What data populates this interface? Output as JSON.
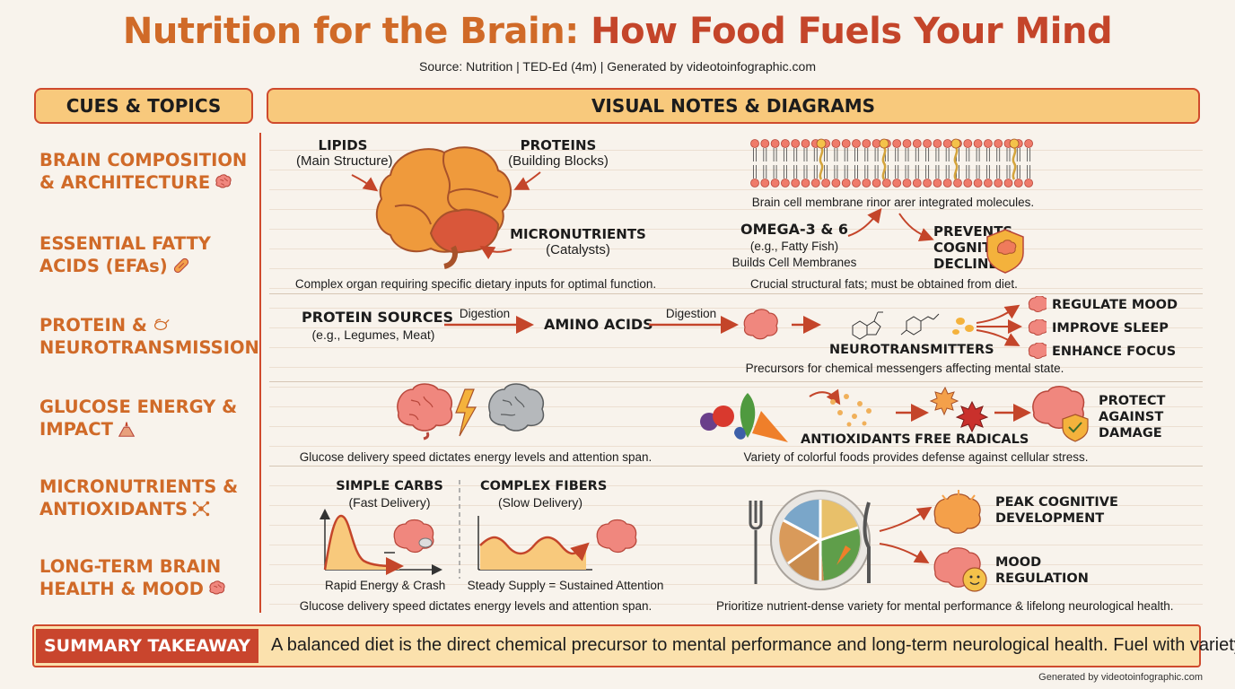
{
  "title": {
    "part1": "Nutrition for the Brain: ",
    "part2": "How Food Fuels Your Mind"
  },
  "source": "Source: Nutrition | TED-Ed (4m) | Generated by videotoinfographic.com",
  "headers": {
    "left": "CUES & TOPICS",
    "right": "VISUAL NOTES & DIAGRAMS"
  },
  "cues": [
    {
      "line1": "BRAIN COMPOSITION",
      "line2": "& ARCHITECTURE",
      "icon": "brain-icon"
    },
    {
      "line1": "ESSENTIAL FATTY",
      "line2": "ACIDS (EFAs)",
      "icon": "capsule-icon"
    },
    {
      "line1": "PROTEIN &",
      "line2": "NEUROTRANSMISSION",
      "icon": "chicken-icon"
    },
    {
      "line1": "GLUCOSE ENERGY &",
      "line2": "IMPACT",
      "icon": "volcano-icon"
    },
    {
      "line1": "MICRONUTRIENTS &",
      "line2": "ANTIOXIDANTS",
      "icon": "molecule-icon"
    },
    {
      "line1": "LONG-TERM BRAIN",
      "line2": "HEALTH & MOOD",
      "icon": "brain-icon"
    }
  ],
  "brain_composition": {
    "lipids": "LIPIDS",
    "lipids_sub": "(Main Structure)",
    "proteins": "PROTEINS",
    "proteins_sub": "(Building Blocks)",
    "micronutrients": "MICRONUTRIENTS",
    "micronutrients_sub": "(Catalysts)",
    "caption": "Complex organ requiring specific dietary inputs for optimal function."
  },
  "efa": {
    "membrane_caption": "Brain cell membrane rinor arer integrated molecules.",
    "omega": "OMEGA-3 & 6",
    "omega_sub1": "(e.g., Fatty Fish)",
    "omega_sub2": "Builds Cell Membranes",
    "prevents": "PREVENTS",
    "cognitive": "COGNITIVE",
    "decline": "DECLINE",
    "caption": "Crucial structural fats; must be obtained from diet."
  },
  "protein": {
    "sources": "PROTEIN SOURCES",
    "sources_sub": "(e.g., Legumes, Meat)",
    "digestion1": "Digestion",
    "amino": "AMINO ACIDS",
    "digestion2": "Digestion",
    "neuro": "NEUROTRANSMITTERS",
    "outcomes": [
      "REGULATE MOOD",
      "IMPROVE SLEEP",
      "ENHANCE FOCUS"
    ],
    "caption": "Precursors for chemical messengers affecting mental state."
  },
  "glucose": {
    "caption": "Glucose delivery speed dictates energy levels and attention span."
  },
  "antioxidants": {
    "antioxidants": "ANTIOXIDANTS",
    "free_radicals": "FREE RADICALS",
    "protect1": "PROTECT",
    "protect2": "AGAINST",
    "protect3": "DAMAGE",
    "caption": "Variety of colorful foods provides defense against cellular stress."
  },
  "carbs": {
    "simple": "SIMPLE CARBS",
    "simple_sub": "(Fast Delivery)",
    "complex": "COMPLEX FIBERS",
    "complex_sub": "(Slow Delivery)",
    "simple_label": "Rapid Energy & Crash",
    "complex_label": "Steady Supply = Sustained Attention",
    "caption": "Glucose delivery speed dictates energy levels and attention span."
  },
  "longterm": {
    "peak1": "PEAK COGNITIVE",
    "peak2": "DEVELOPMENT",
    "mood1": "MOOD",
    "mood2": "REGULATION",
    "caption": "Prioritize nutrient-dense variety for mental performance & lifelong neurological health."
  },
  "summary": {
    "badge": "SUMMARY TAKEAWAY",
    "text": "A balanced diet is the direct chemical precursor to mental performance and long-term neurological health. Fuel with variety."
  },
  "generated": "Generated by videotoinfographic.com",
  "colors": {
    "accent": "#d06a28",
    "red": "#c4452a",
    "header_bg": "#f8c97c",
    "brain_pink": "#f0877e"
  }
}
